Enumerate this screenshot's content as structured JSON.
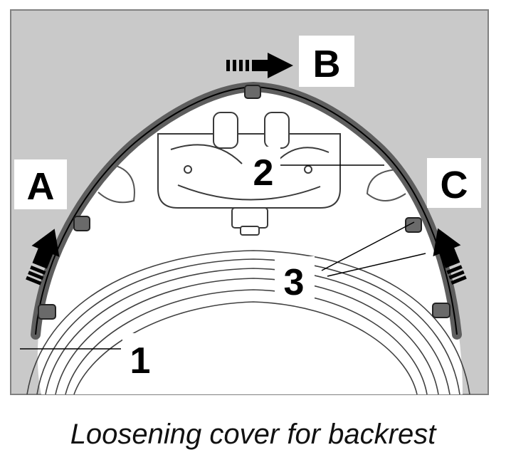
{
  "figure": {
    "callouts": {
      "a": "A",
      "b": "B",
      "c": "C",
      "n1": "1",
      "n2": "2",
      "n3": "3"
    }
  },
  "caption": "Loosening cover for backrest"
}
